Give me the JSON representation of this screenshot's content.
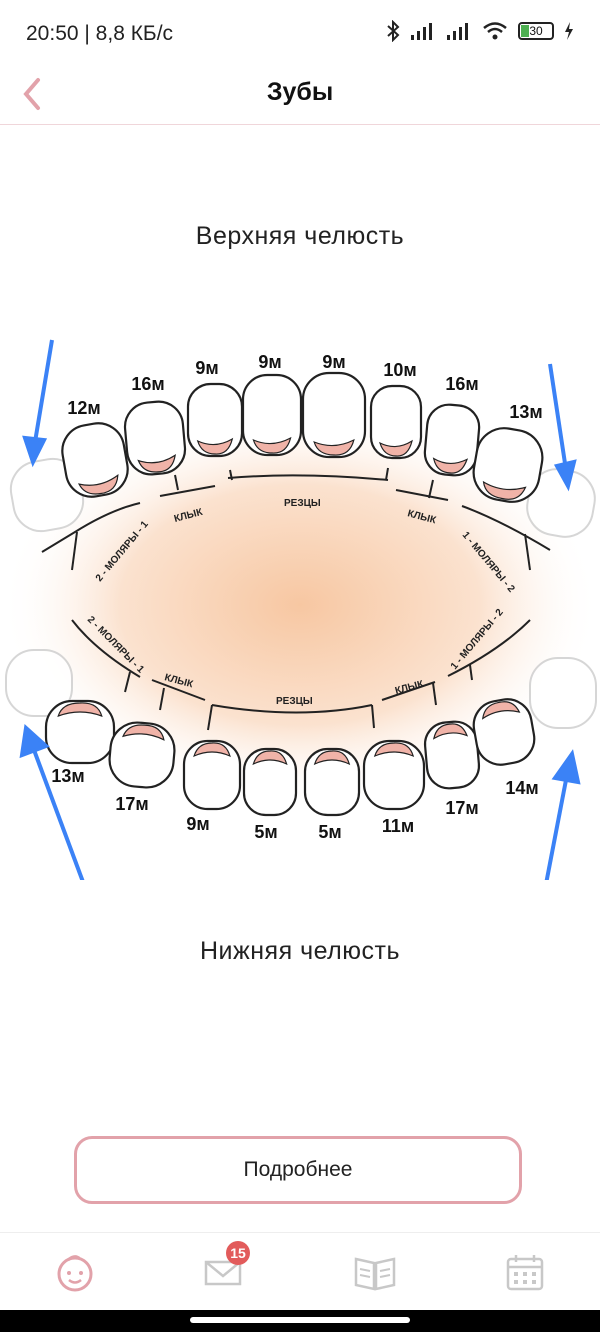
{
  "status_bar": {
    "text": "20:50 | 8,8 КБ/с",
    "battery": "30"
  },
  "header": {
    "title": "Зубы"
  },
  "upper_jaw_label": "Верхняя челюсть",
  "lower_jaw_label": "Нижняя челюсть",
  "upper_teeth": [
    {
      "label": "12м"
    },
    {
      "label": "16м"
    },
    {
      "label": "9м"
    },
    {
      "label": "9м"
    },
    {
      "label": "9м"
    },
    {
      "label": "10м"
    },
    {
      "label": "16м"
    },
    {
      "label": "13м"
    }
  ],
  "lower_teeth": [
    {
      "label": "13м"
    },
    {
      "label": "17м"
    },
    {
      "label": "9м"
    },
    {
      "label": "5м"
    },
    {
      "label": "5м"
    },
    {
      "label": "11м"
    },
    {
      "label": "17м"
    },
    {
      "label": "14м"
    }
  ],
  "groups": {
    "upper_molars_left": "2 - МОЛЯРЫ - 1",
    "upper_canine_left": "КЛЫК",
    "upper_incisors": "РЕЗЦЫ",
    "upper_canine_right": "КЛЫК",
    "upper_molars_right": "1 - МОЛЯРЫ - 2",
    "lower_molars_left": "2 - МОЛЯРЫ - 1",
    "lower_canine_left": "КЛЫК",
    "lower_incisors": "РЕЗЦЫ",
    "lower_canine_right": "КЛЫК",
    "lower_molars_right": "1 - МОЛЯРЫ - 2"
  },
  "details_button": "Подробнее",
  "nav": {
    "mail_badge": "15"
  },
  "colors": {
    "accent": "#e2a2aa",
    "gum": "#f0b3a8",
    "arrow": "#3b82f6",
    "badge": "#e25b5b"
  }
}
